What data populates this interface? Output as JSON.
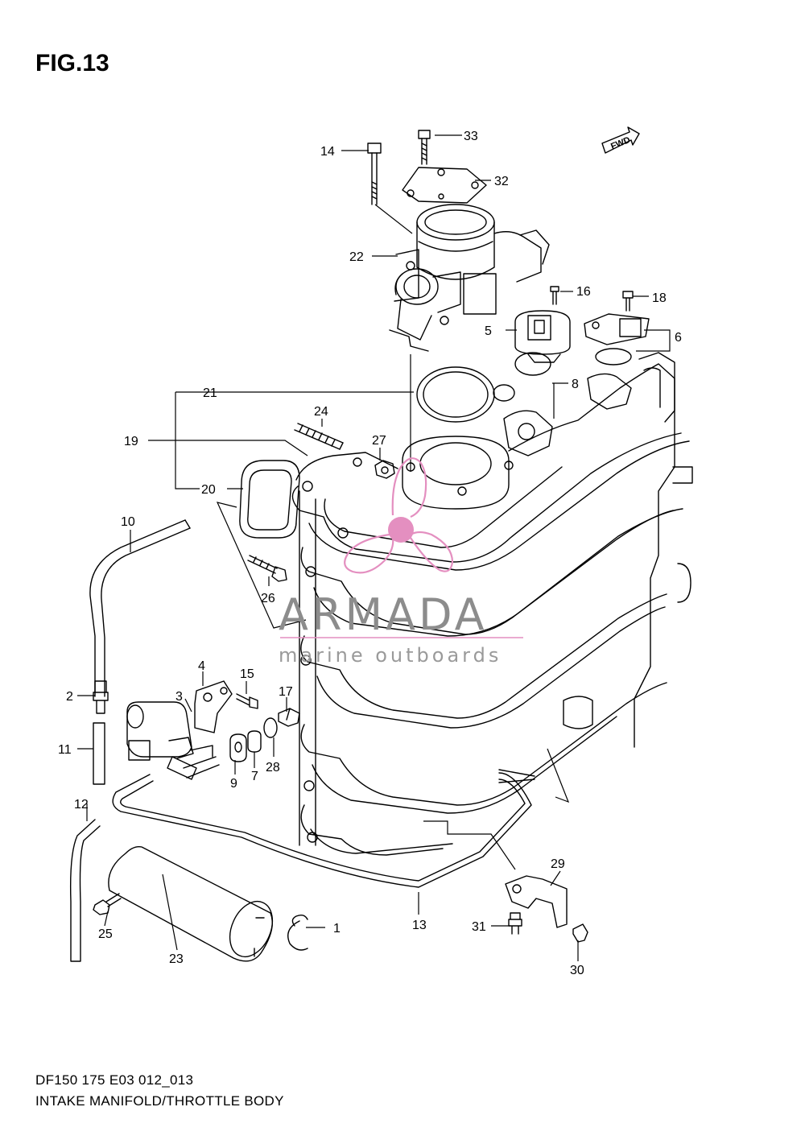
{
  "figure": {
    "title": "FIG.13",
    "model_code": "DF150 175 E03 012_013",
    "section_name": "INTAKE MANIFOLD/THROTTLE BODY",
    "fwd_label": "FWD"
  },
  "watermark": {
    "brand": "ARMADA",
    "tagline": "marine outboards",
    "accent_color": "#e48fc0"
  },
  "callouts": {
    "c1": "1",
    "c2": "2",
    "c3": "3",
    "c4": "4",
    "c5": "5",
    "c6": "6",
    "c7": "7",
    "c8": "8",
    "c9": "9",
    "c10": "10",
    "c11": "11",
    "c12": "12",
    "c13": "13",
    "c14": "14",
    "c15": "15",
    "c16": "16",
    "c17": "17",
    "c18": "18",
    "c19": "19",
    "c20": "20",
    "c21": "21",
    "c22": "22",
    "c23": "23",
    "c24": "24",
    "c25": "25",
    "c26": "26",
    "c27": "27",
    "c28": "28",
    "c29": "29",
    "c30": "30",
    "c31": "31",
    "c32": "32",
    "c33": "33"
  }
}
